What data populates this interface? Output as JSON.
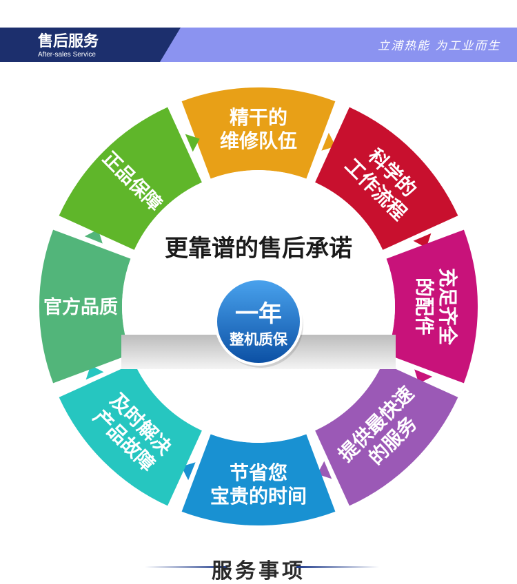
{
  "header": {
    "title": "售后服务",
    "subtitle": "After-sales Service",
    "slogan": "立浦热能 为工业而生",
    "colors": {
      "dark": "#1c2f6d",
      "light": "#8b93f0"
    }
  },
  "center": {
    "headline": "更靠谱的售后承诺",
    "badge_line1": "一年",
    "badge_line2": "整机质保",
    "badge_color": "#1a73c9"
  },
  "segments": [
    {
      "lines": [
        "精干的",
        "维修队伍"
      ],
      "color": "#e8a017"
    },
    {
      "lines": [
        "科学的",
        "工作流程"
      ],
      "color": "#c8102e"
    },
    {
      "lines": [
        "充足齐全",
        "的配件"
      ],
      "color": "#c8127a"
    },
    {
      "lines": [
        "提供最快速",
        "的服务"
      ],
      "color": "#9b59b6"
    },
    {
      "lines": [
        "节省您",
        "宝贵的时间"
      ],
      "color": "#1991d2"
    },
    {
      "lines": [
        "及时解决",
        "产品故障"
      ],
      "color": "#26c6c0"
    },
    {
      "lines": [
        "官方品质"
      ],
      "color": "#52b57a"
    },
    {
      "lines": [
        "正品保障"
      ],
      "color": "#5fb62a"
    }
  ],
  "footer": {
    "title": "服务事项"
  }
}
